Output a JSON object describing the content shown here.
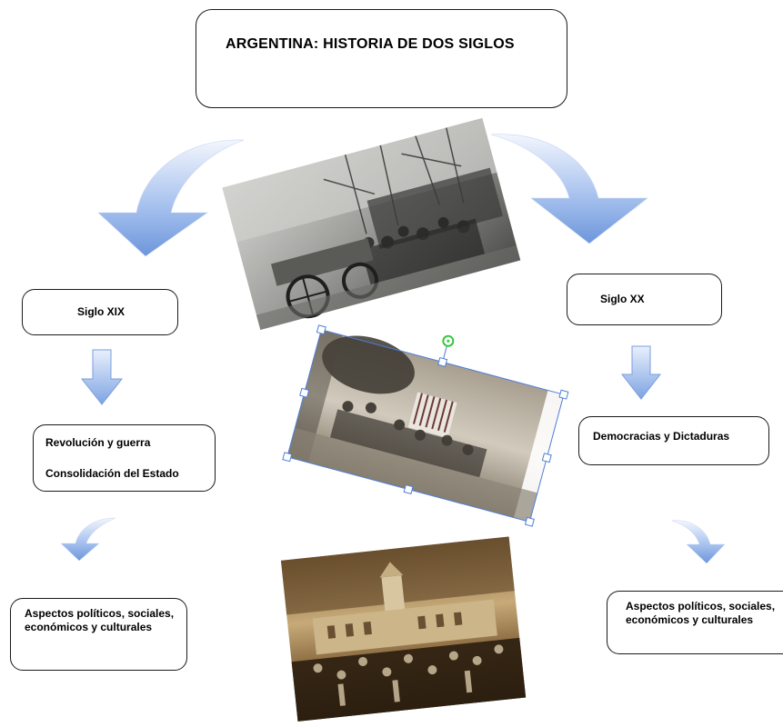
{
  "title": "ARGENTINA: HISTORIA DE DOS SIGLOS",
  "left": {
    "period": "Siglo XIX",
    "topic_1": "Revolución y guerra",
    "topic_2": "Consolidación del Estado",
    "aspects": "Aspectos políticos, sociales, económicos y culturales"
  },
  "right": {
    "period": "Siglo XX",
    "topic": "Democracias y Dictaduras",
    "aspects": "Aspectos políticos, sociales, económicos y culturales"
  },
  "colors": {
    "arrow_light": "#eef3fc",
    "arrow_dark": "#6f98dc",
    "border": "#1a1a1a",
    "selection": "#4f7fd6",
    "rotate_handle": "#35c640"
  }
}
